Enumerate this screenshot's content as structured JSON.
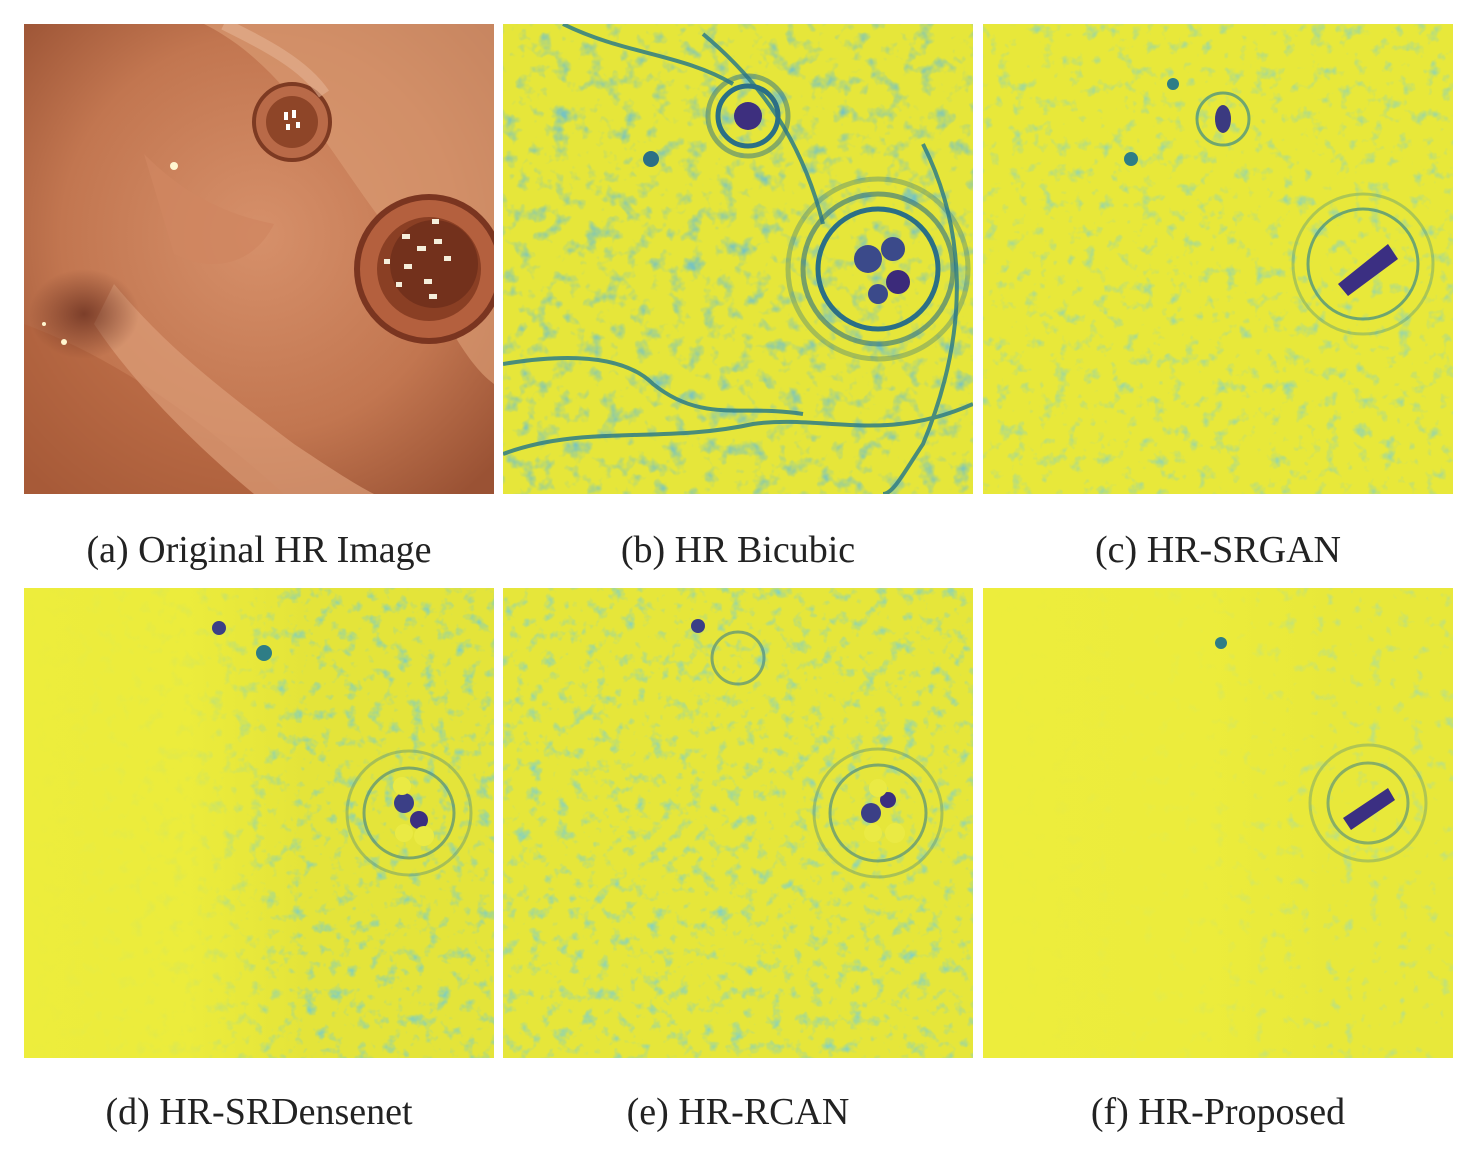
{
  "figure": {
    "panels": [
      {
        "id": "a",
        "caption": "(a) Original HR Image",
        "image": "endoscopy-photo"
      },
      {
        "id": "b",
        "caption": "(b) HR Bicubic",
        "image": "heatmap"
      },
      {
        "id": "c",
        "caption": "(c) HR-SRGAN",
        "image": "heatmap"
      },
      {
        "id": "d",
        "caption": "(d) HR-SRDensenet",
        "image": "heatmap"
      },
      {
        "id": "e",
        "caption": "(e) HR-RCAN",
        "image": "heatmap"
      },
      {
        "id": "f",
        "caption": "(f) HR-Proposed",
        "image": "heatmap"
      }
    ],
    "colors": {
      "heatmap_bg": "#e8e83a",
      "heatmap_mid": "#7cc463",
      "heatmap_low": "#2e8b8a",
      "heatmap_dark": "#3b2a7a",
      "tissue": "#c77a56",
      "tissue_dark": "#8d4a30"
    }
  }
}
